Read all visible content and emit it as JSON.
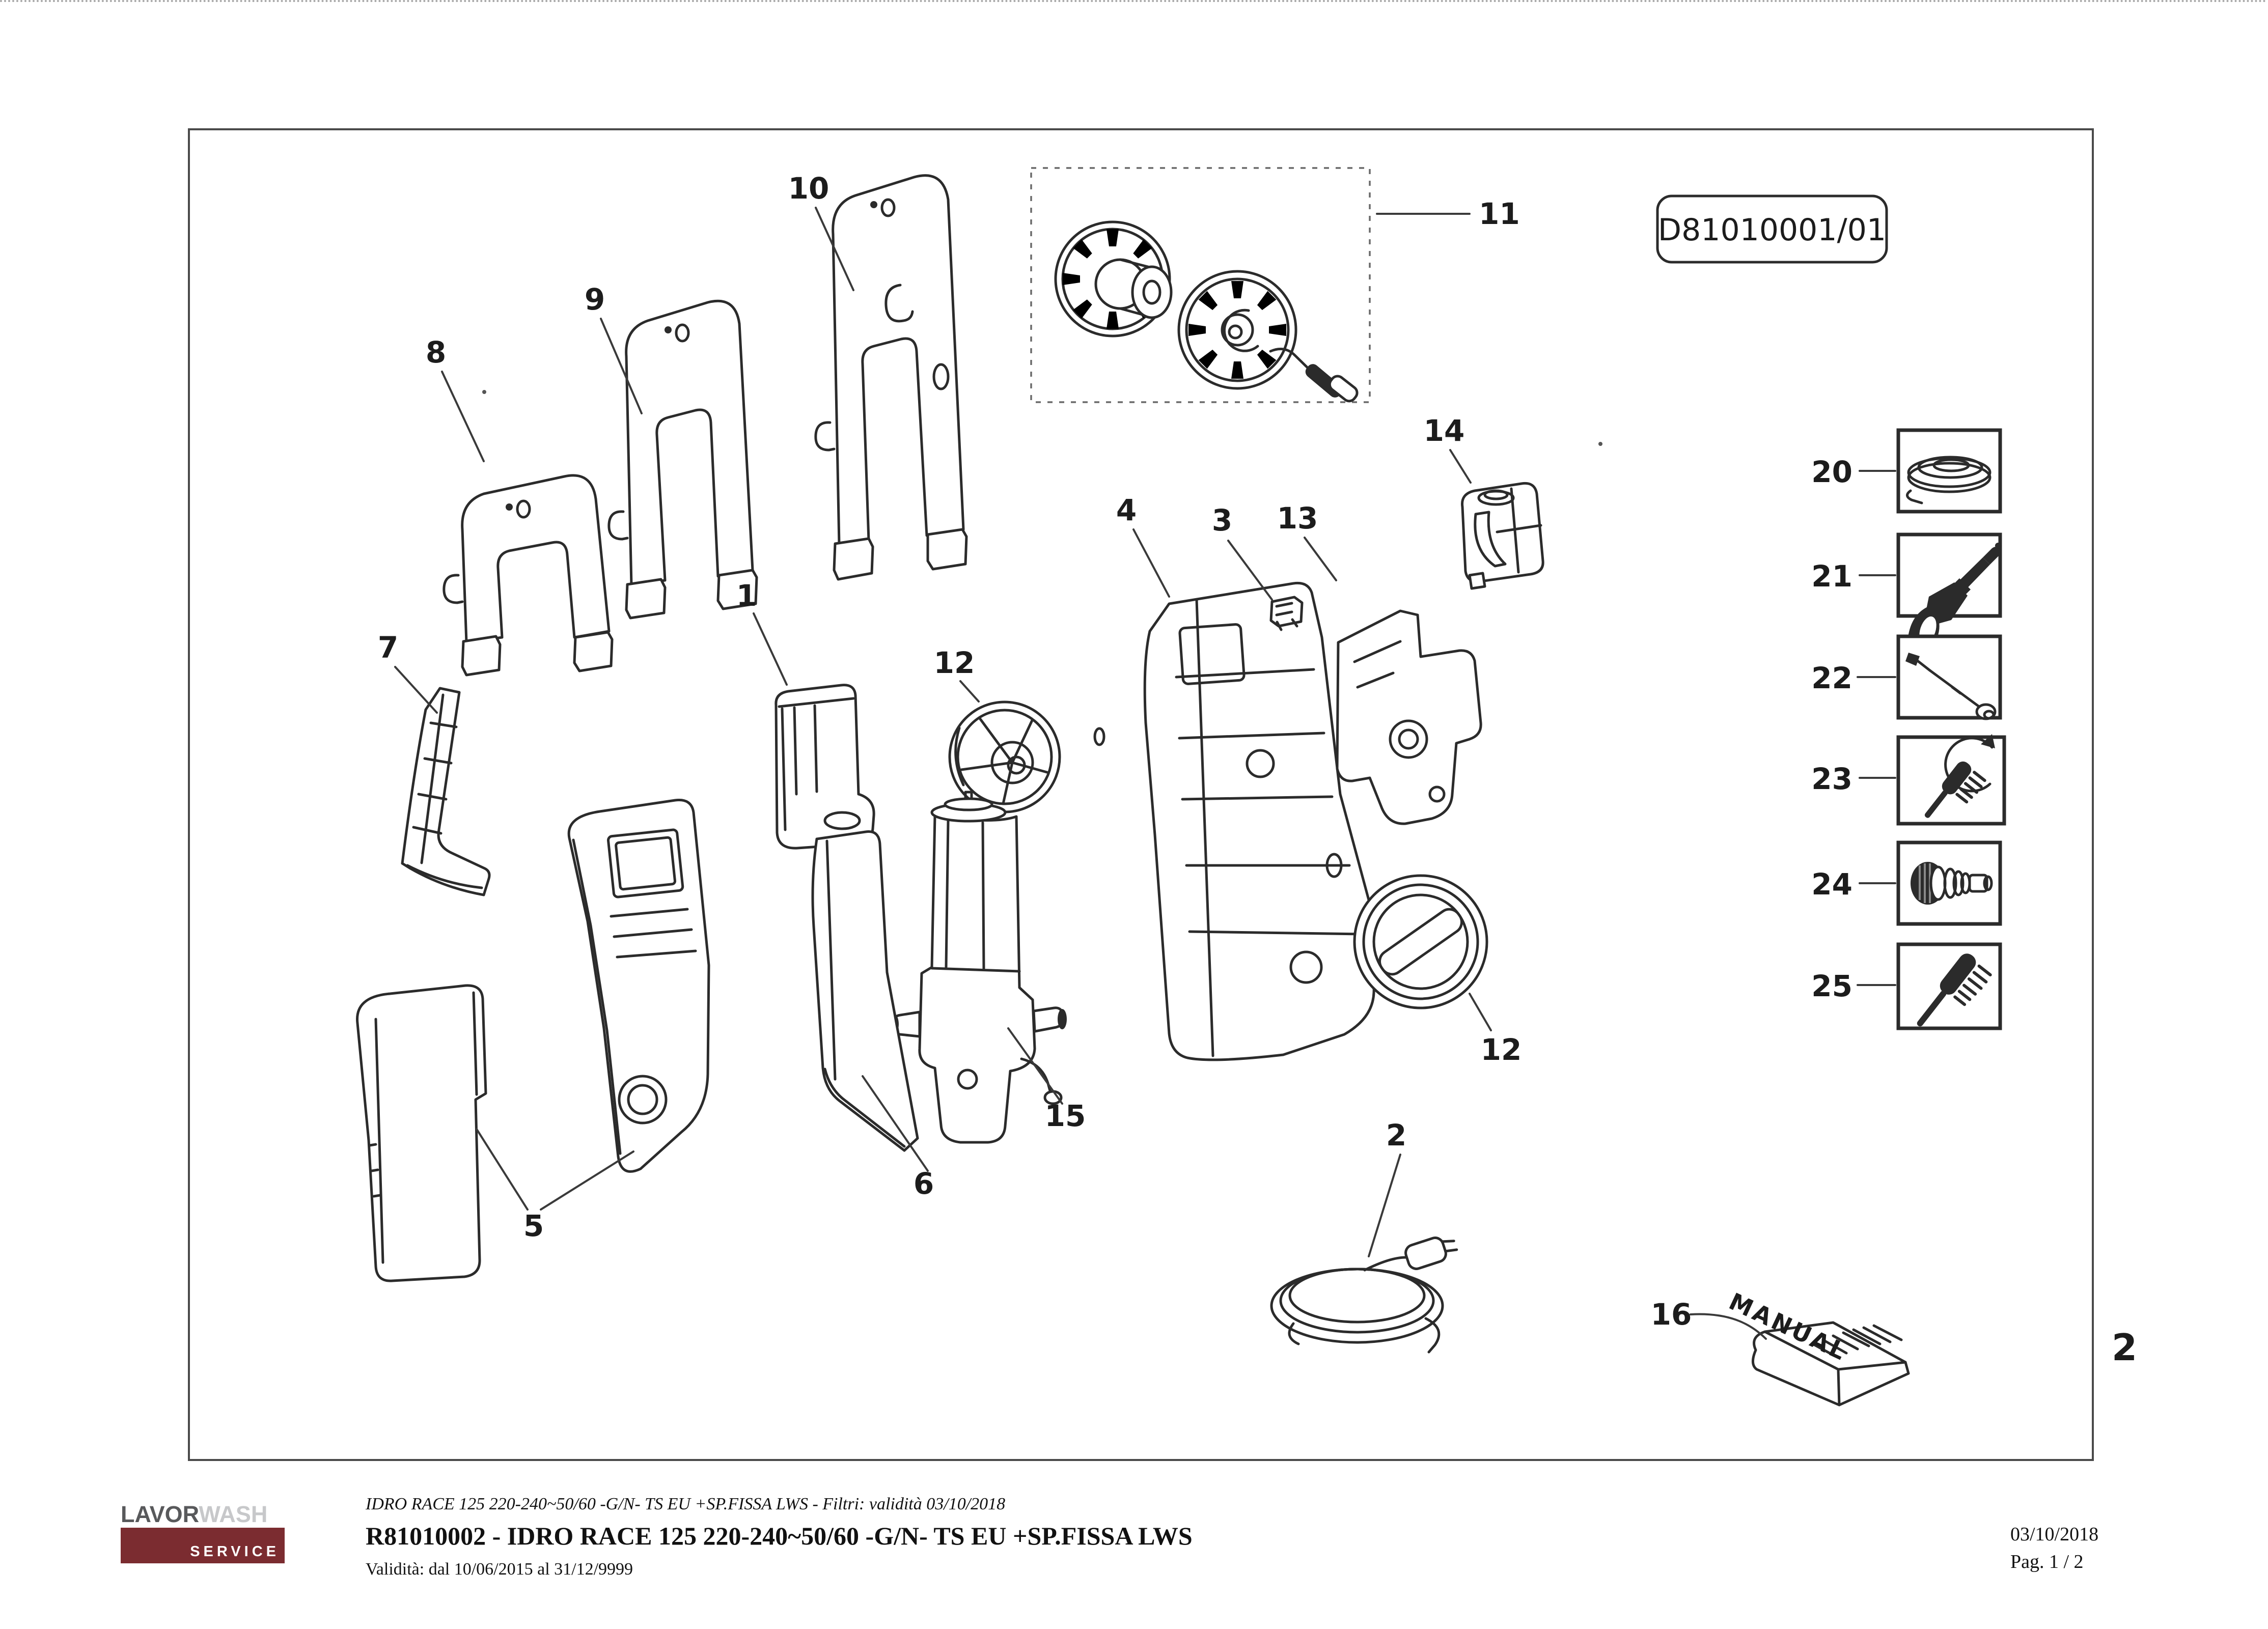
{
  "page": {
    "sheet_code": "D81010001/01",
    "sheet_number": "2"
  },
  "callouts": {
    "n1": "1",
    "n2": "2",
    "n3": "3",
    "n4": "4",
    "n5": "5",
    "n6": "6",
    "n7": "7",
    "n8": "8",
    "n9": "9",
    "n10": "10",
    "n11": "11",
    "n12a": "12",
    "n12b": "12",
    "n13": "13",
    "n14": "14",
    "n15": "15",
    "n16": "16"
  },
  "manual_part": {
    "cover_text": "MANUAL"
  },
  "accessories": {
    "items": [
      {
        "number": "20",
        "icon": "hose-coil-icon"
      },
      {
        "number": "21",
        "icon": "spray-gun-icon"
      },
      {
        "number": "22",
        "icon": "lance-icon"
      },
      {
        "number": "23",
        "icon": "rotating-brush-icon"
      },
      {
        "number": "24",
        "icon": "hose-adapter-icon"
      },
      {
        "number": "25",
        "icon": "fixed-brush-icon"
      }
    ]
  },
  "footer": {
    "model_line": "IDRO RACE 125 220-240~50/60 -G/N- TS EU +SP.FISSA LWS - Filtri: validità 03/10/2018",
    "code_line": "R81010002 - IDRO RACE 125 220-240~50/60 -G/N- TS EU +SP.FISSA LWS",
    "validity_line": "Validità: dal 10/06/2015 al 31/12/9999",
    "date": "03/10/2018",
    "page_indicator": "Pag. 1 / 2",
    "logo": {
      "brand_primary": "LAVOR",
      "brand_secondary": "WASH",
      "tagline": "SERVICE"
    }
  },
  "colors": {
    "line_art": "#2b2b2b",
    "logo_gray": "#58595b",
    "logo_light_gray": "#c7c8ca",
    "logo_maroon": "#7b2c30"
  }
}
